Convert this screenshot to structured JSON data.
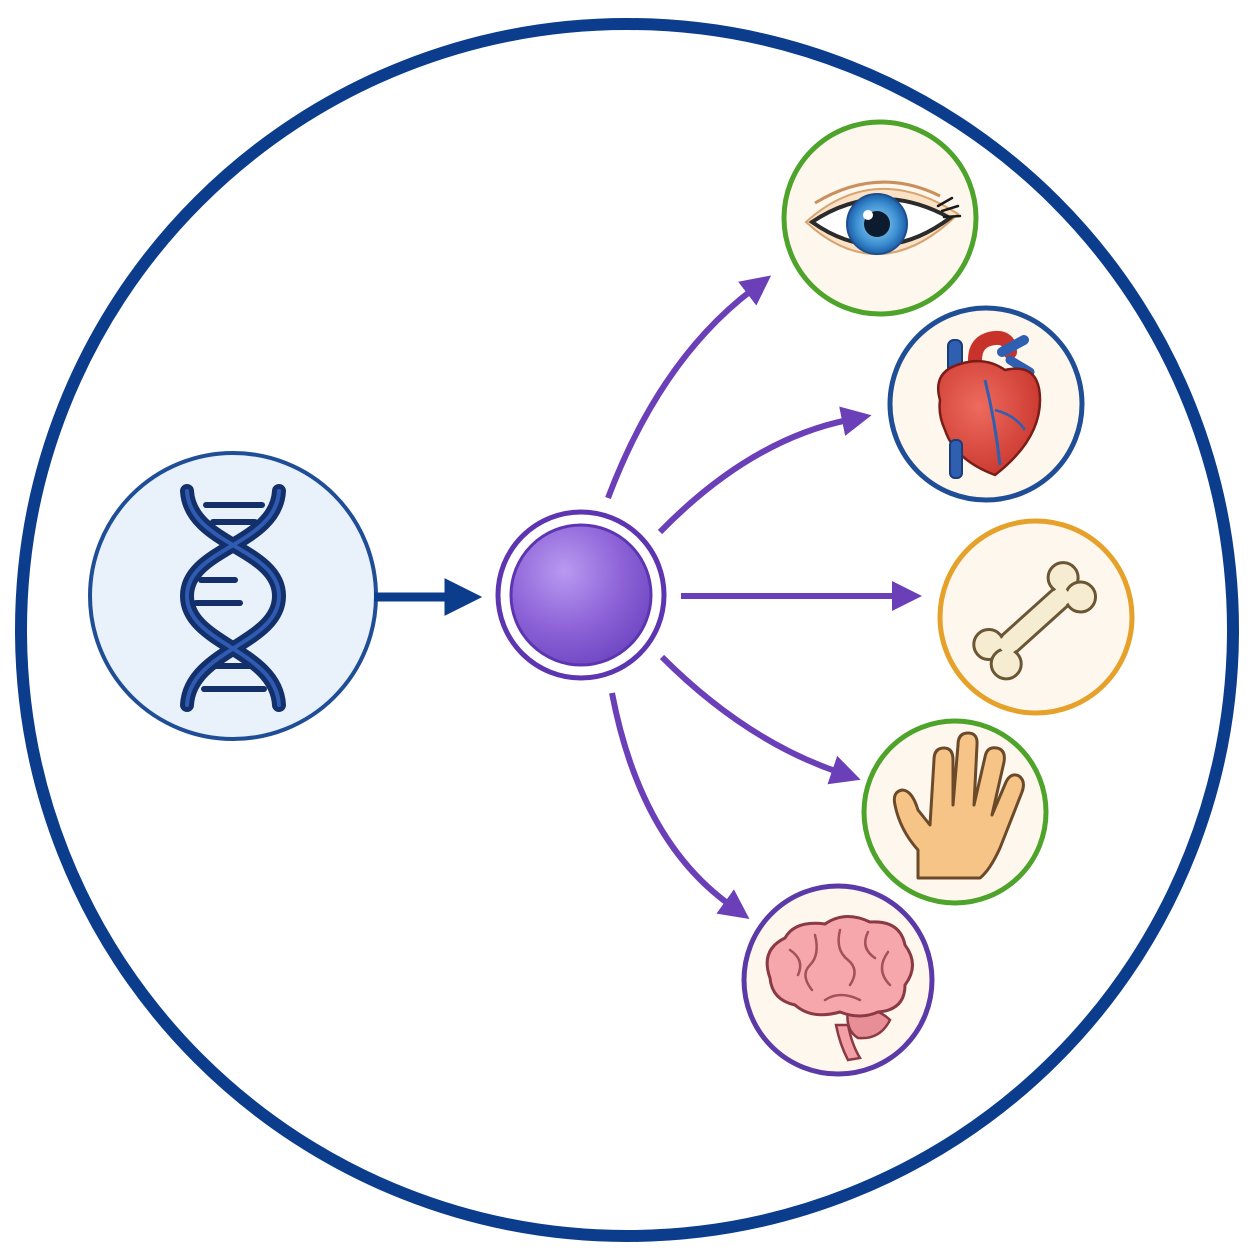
{
  "diagram": {
    "source": {
      "icon": "dna-double-helix-icon",
      "border_color": "#1f4e96",
      "fill_color": "#e9f1fb"
    },
    "hub": {
      "icon": "purple-cell-node",
      "fill_color": "#8e63d8",
      "ring_color": "#5e35b1"
    },
    "colors": {
      "frame": "#0b3d8c",
      "input_arrow": "#0b3d8c",
      "output_arrows": "#6a3fb8",
      "helix": "#14306b"
    },
    "targets": [
      {
        "name": "eye",
        "icon": "eye-icon",
        "border_color": "#4ea32a"
      },
      {
        "name": "heart",
        "icon": "heart-icon",
        "border_color": "#1f4e96"
      },
      {
        "name": "bone",
        "icon": "bone-icon",
        "border_color": "#e6a12a"
      },
      {
        "name": "hand",
        "icon": "hand-icon",
        "border_color": "#4ea32a"
      },
      {
        "name": "brain",
        "icon": "brain-icon",
        "border_color": "#5b3aa8"
      }
    ]
  }
}
